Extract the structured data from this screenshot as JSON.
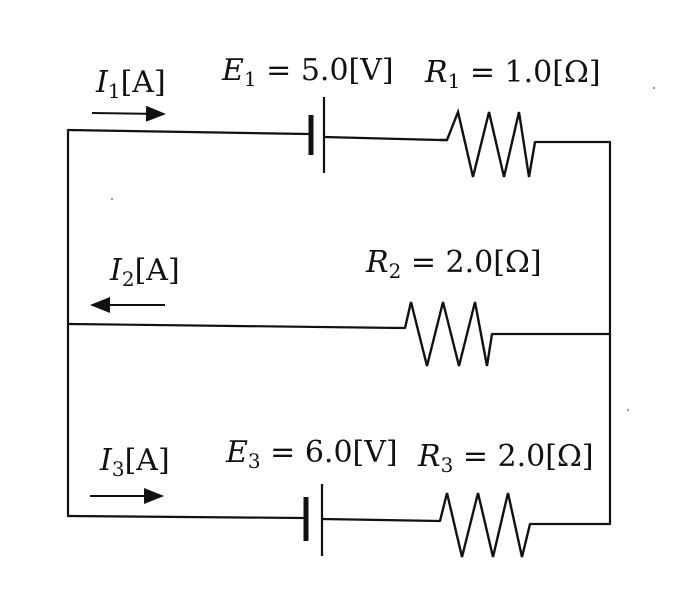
{
  "currents": {
    "i1": {
      "symbol": "I",
      "sub": "1",
      "unit": "[A]"
    },
    "i2": {
      "symbol": "I",
      "sub": "2",
      "unit": "[A]"
    },
    "i3": {
      "symbol": "I",
      "sub": "3",
      "unit": "[A]"
    }
  },
  "sources": {
    "e1": {
      "symbol": "E",
      "sub": "1",
      "value": " = 5.0[V]"
    },
    "e3": {
      "symbol": "E",
      "sub": "3",
      "value": " = 6.0[V]"
    }
  },
  "resistors": {
    "r1": {
      "symbol": "R",
      "sub": "1",
      "value": " = 1.0[Ω]"
    },
    "r2": {
      "symbol": "R",
      "sub": "2",
      "value": " = 2.0[Ω]"
    },
    "r3": {
      "symbol": "R",
      "sub": "3",
      "value": " = 2.0[Ω]"
    }
  }
}
